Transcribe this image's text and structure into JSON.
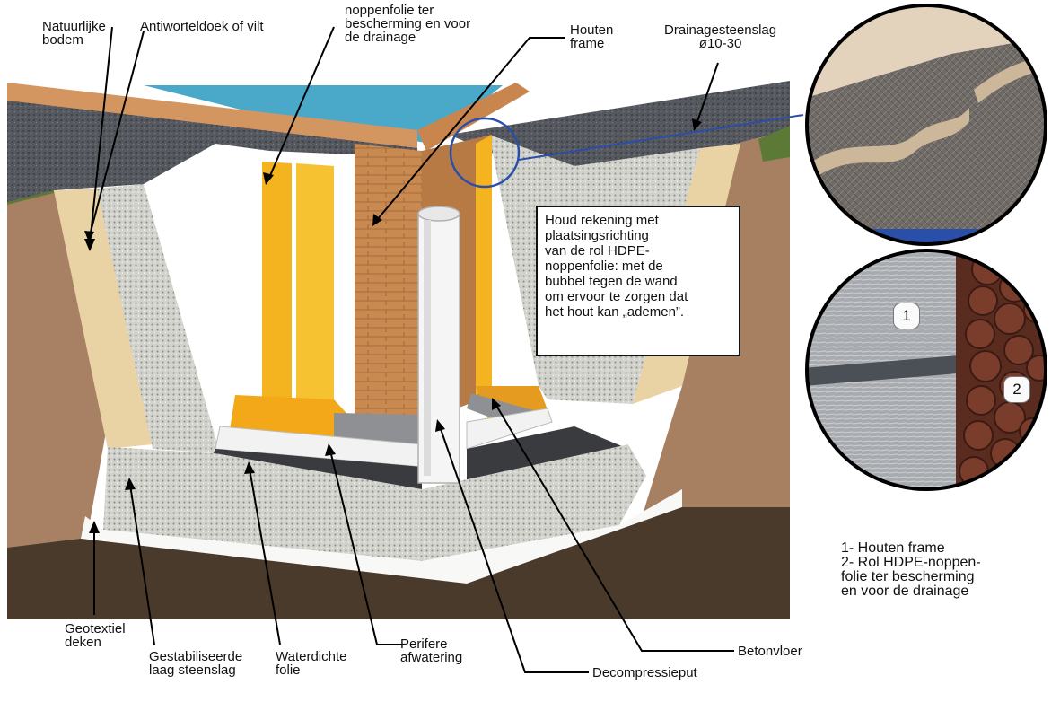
{
  "labels": {
    "natuurlijke_bodem": "Natuurlijke\nbodem",
    "antiworteldoek": "Antiworteldoek of vilt",
    "noppenfolie": "noppenfolie ter\nbescherming en voor\nde drainage",
    "houten_frame": "Houten\nframe",
    "drainagesteenslag": "Drainagesteenslag\nø10-30",
    "geotextiel": "Geotextiel\ndeken",
    "gestabiliseerde": "Gestabiliseerde\nlaag steenslag",
    "waterdichte": "Waterdichte\nfolie",
    "perifere": "Perifere\nafwatering",
    "decompressieput": "Decompressieput",
    "betonvloer": "Betonvloer"
  },
  "note": {
    "lines": [
      "Houd rekening met",
      "plaatsingsrichting",
      "van de rol HDPE-",
      "noppenfolie: met de",
      "bubbel tegen de wand",
      "om ervoor te zorgen dat",
      "het hout kan „ademen”."
    ]
  },
  "detail": {
    "marker_1": "1",
    "marker_2": "2"
  },
  "legend": {
    "text": "1- Houten frame\n2- Rol HDPE-noppen-\nfolie ter bescherming\nen voor de drainage"
  },
  "colors": {
    "water": "#4aa8c8",
    "wood": "#c98a52",
    "membrane_yellow": "#f3b41f",
    "gravel_light": "#d6d6d0",
    "gravel_dark": "#55575c",
    "soil_brown": "#a87e5c",
    "soil_dark": "#4a3a2c",
    "felt_beige": "#e9d3a4",
    "grass": "#5c7a36",
    "ring_blue": "#2a4fa8"
  }
}
